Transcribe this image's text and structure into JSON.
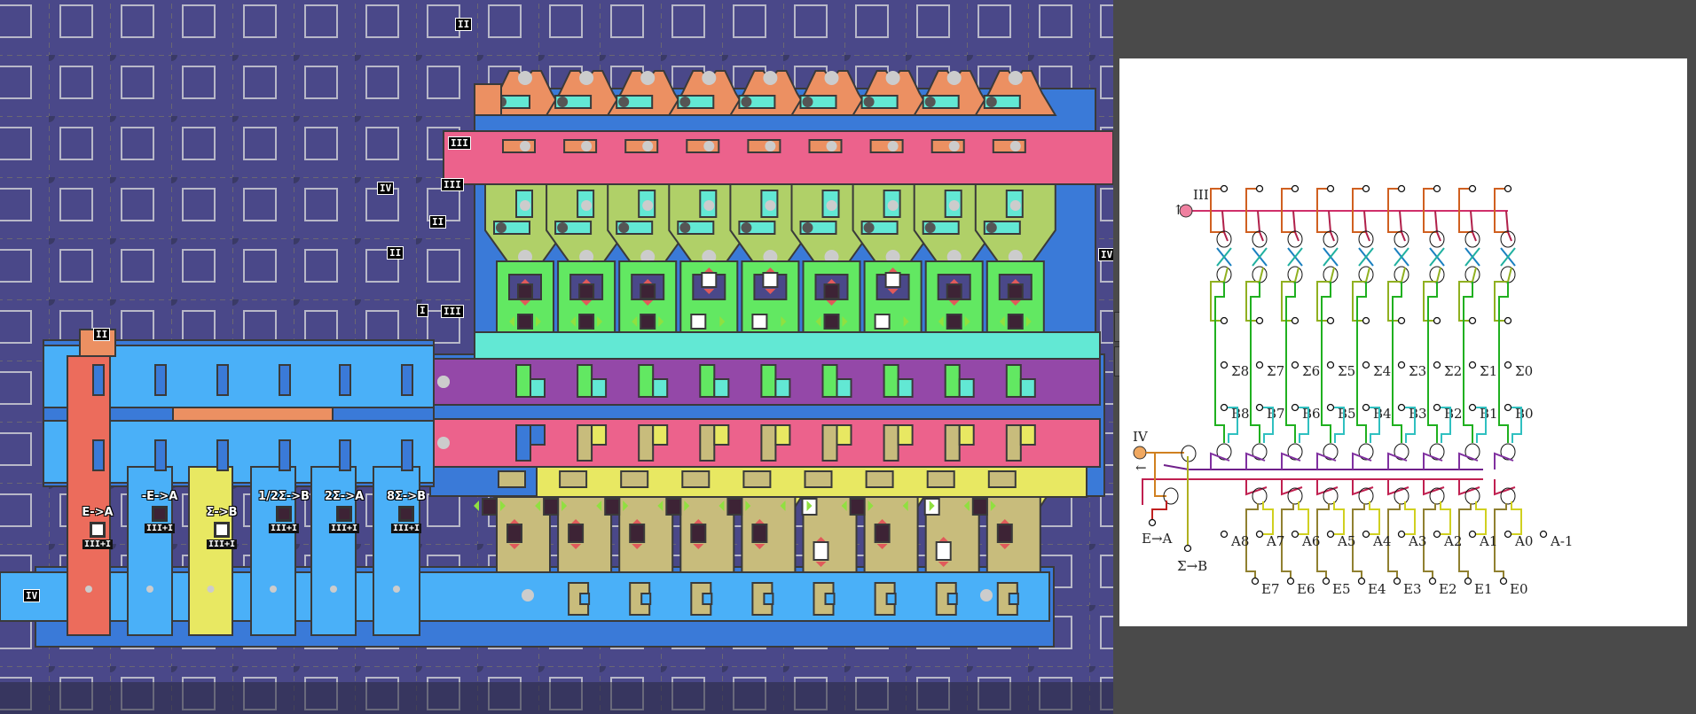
{
  "board": {
    "floating_labels": [
      "II",
      "III",
      "IV",
      "II",
      "II",
      "I",
      "III",
      "IV",
      "II",
      "IV"
    ],
    "bar_labels": {
      "top_bar": "III"
    },
    "switches": [
      {
        "label": "E->A",
        "sub": "III+I",
        "state": "on"
      },
      {
        "label": "-E->A",
        "sub": "III+I",
        "state": "off"
      },
      {
        "label": "Σ->B",
        "sub": "III+I",
        "state": "on"
      },
      {
        "label": "1/2Σ->B",
        "sub": "III+I",
        "state": "off"
      },
      {
        "label": "2Σ->A",
        "sub": "III+I",
        "state": "off"
      },
      {
        "label": "8Σ->B",
        "sub": "III+I",
        "state": "off"
      }
    ],
    "upper_bits": [
      0,
      0,
      0,
      1,
      1,
      0,
      1,
      0,
      0
    ],
    "lower_bits": [
      0,
      0,
      0,
      0,
      0,
      1,
      0,
      1,
      0
    ],
    "colors": {
      "background": "#4a4889",
      "orange": "#ec9062",
      "pink": "#ec628c",
      "lime": "#b0d068",
      "green": "#62e862",
      "cyan": "#62e8d4",
      "purple": "#9448a8",
      "yellow": "#e8e862",
      "tan": "#c8bc7c",
      "blue": "#4ab0f8",
      "darkblue": "#3a7ad8",
      "red": "#ec6c5c"
    }
  },
  "toolbar": {
    "tools": [
      "pointer-tool",
      "eraser-tool"
    ]
  },
  "diagram": {
    "input_top": "III",
    "input_left": "IV",
    "sigma_labels": [
      "Σ8",
      "Σ7",
      "Σ6",
      "Σ5",
      "Σ4",
      "Σ3",
      "Σ2",
      "Σ1",
      "Σ0"
    ],
    "b_labels": [
      "B8",
      "B7",
      "B6",
      "B5",
      "B4",
      "B3",
      "B2",
      "B1",
      "B0"
    ],
    "a_labels": [
      "A8",
      "A7",
      "A6",
      "A5",
      "A4",
      "A3",
      "A2",
      "A1",
      "A0",
      "A-1"
    ],
    "e_labels": [
      "E7",
      "E6",
      "E5",
      "E4",
      "E3",
      "E2",
      "E1",
      "E0"
    ],
    "ea_label": "E→A",
    "sb_label": "Σ→B"
  }
}
